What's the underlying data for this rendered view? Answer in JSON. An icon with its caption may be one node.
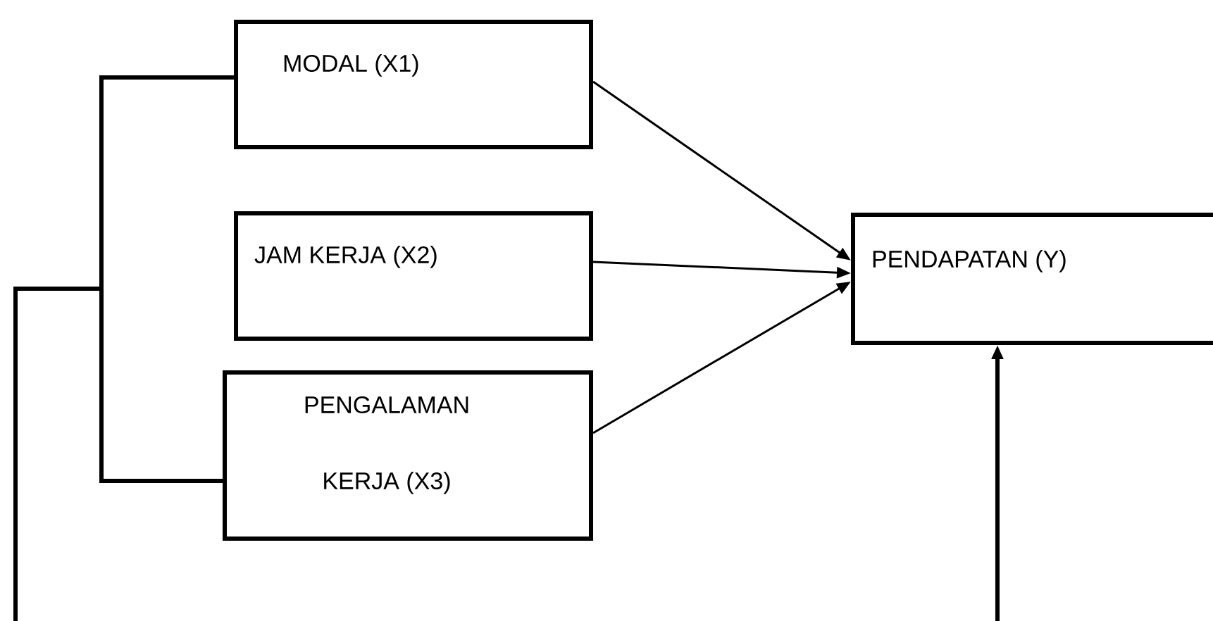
{
  "diagram": {
    "nodes": [
      {
        "text": [
          "MODAL (X1)"
        ]
      },
      {
        "text": [
          "JAM KERJA (X2)"
        ]
      },
      {
        "text": [
          "PENGALAMAN KERJA (X3)"
        ]
      },
      {
        "text": [
          "PENDAPATAN (Y)"
        ]
      }
    ],
    "edges": [
      {
        "from": 0,
        "to": 3,
        "arrow": "to"
      },
      {
        "from": 1,
        "to": 3,
        "arrow": "to"
      },
      {
        "from": 2,
        "to": 3,
        "arrow": "to"
      },
      {
        "from": 0,
        "to": null,
        "arrow": "none",
        "style": "thick"
      },
      {
        "from": 2,
        "to": null,
        "arrow": "none",
        "style": "thick"
      },
      {
        "from": null,
        "to": 3,
        "arrow": "to",
        "style": "thick"
      }
    ]
  }
}
